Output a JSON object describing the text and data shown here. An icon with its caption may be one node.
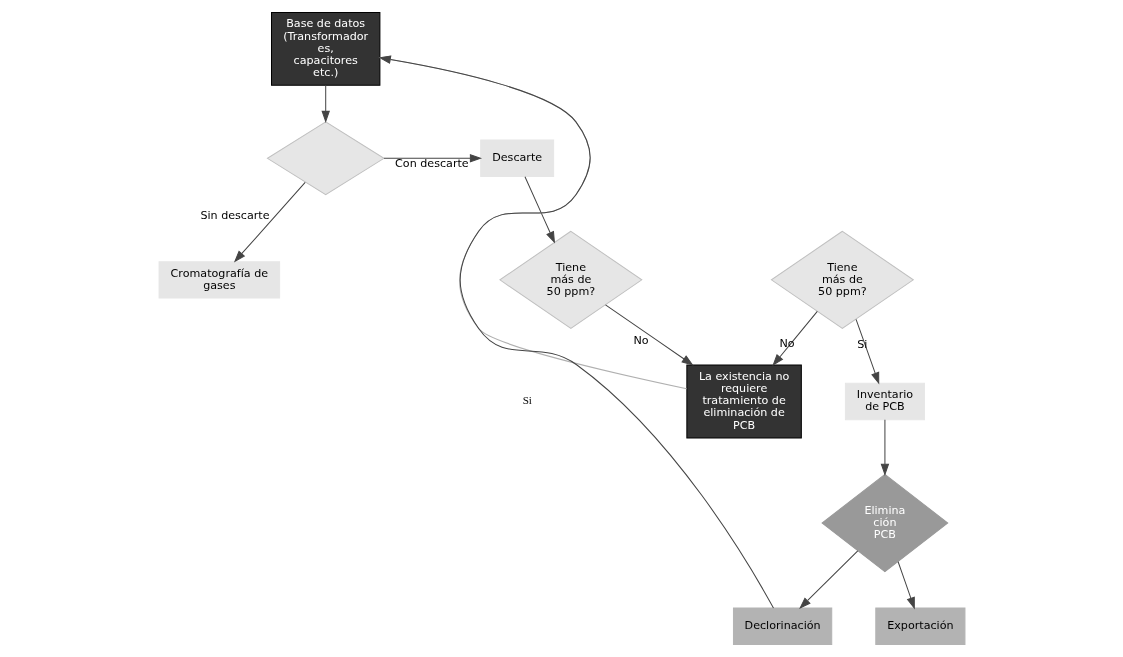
{
  "diagram": {
    "nodes": [
      {
        "text": [
          "Base de datos (Transformador es, capacitores etc.)"
        ]
      },
      {
        "text": [],
        "shape": "diamond"
      },
      {
        "text": [
          "Descarte"
        ]
      },
      {
        "text": [
          "La existencia no requiere tratamiento de eliminación de PCB"
        ]
      },
      {
        "text": [
          "Tiene más de 50 ppm?"
        ]
      },
      {
        "text": [
          "Cromatografía de gases"
        ]
      },
      {
        "text": [
          "Inventario de PCB"
        ]
      },
      {
        "text": [
          "Tiene más de 50 ppm?"
        ]
      },
      {
        "text": [
          "Elimina ción PCB"
        ]
      },
      {
        "text": [
          "Exportación"
        ]
      },
      {
        "text": [
          "Declorinación"
        ]
      }
    ],
    "edges": [
      {
        "from": 0,
        "to": 1,
        "arrow": "to"
      },
      {
        "from": 1,
        "to": 2,
        "arrow": "to",
        "label": "Con descarte"
      },
      {
        "from": 1,
        "to": 5,
        "arrow": "to",
        "label": "Sin descarte"
      },
      {
        "from": 2,
        "to": 4,
        "arrow": "to"
      },
      {
        "from": 4,
        "to": 3,
        "arrow": "to",
        "label": "No"
      },
      {
        "from": 3,
        "to": 0,
        "arrow": "to",
        "color": "#b0b0b0"
      },
      {
        "from": 7,
        "to": 3,
        "arrow": "to",
        "label": "No"
      },
      {
        "from": 7,
        "to": 6,
        "arrow": "to",
        "label": "Si"
      },
      {
        "from": 6,
        "to": 8,
        "arrow": "to"
      },
      {
        "from": 8,
        "to": 9,
        "arrow": "to"
      },
      {
        "from": 8,
        "to": 10,
        "arrow": "to"
      },
      {
        "from": 10,
        "to": 0,
        "arrow": "to"
      }
    ],
    "labels": [
      "Si"
    ]
  }
}
